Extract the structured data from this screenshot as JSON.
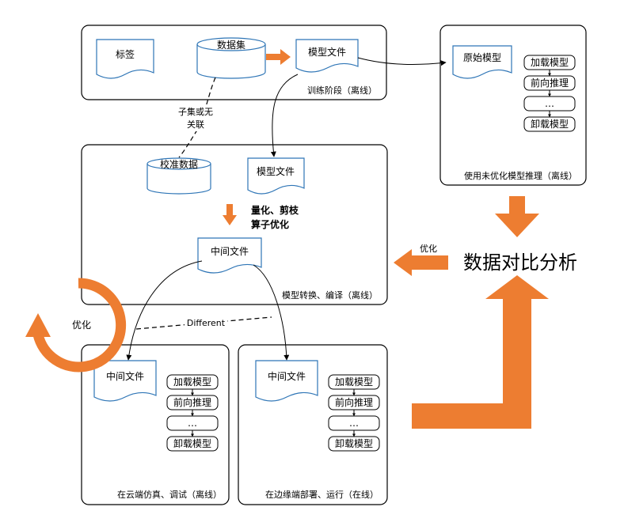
{
  "training": {
    "label_doc": "标签",
    "dataset": "数据集",
    "model_file": "模型文件",
    "caption": "训练阶段（离线）"
  },
  "subset_note": [
    "子集或无",
    "关联"
  ],
  "conversion": {
    "calib_data": "校准数据",
    "model_file": "模型文件",
    "ops": [
      "量化、剪枝",
      "算子优化"
    ],
    "intermediate": "中间文件",
    "caption": "模型转换、编译（离线）"
  },
  "original": {
    "doc": "原始模型",
    "steps": [
      "加载模型",
      "前向推理",
      "…",
      "卸载模型"
    ],
    "caption": "使用未优化模型推理（离线）"
  },
  "cloud": {
    "doc": "中间文件",
    "steps": [
      "加载模型",
      "前向推理",
      "…",
      "卸载模型"
    ],
    "caption": "在云端仿真、调试（离线）"
  },
  "edge": {
    "doc": "中间文件",
    "steps": [
      "加载模型",
      "前向推理",
      "…",
      "卸载模型"
    ],
    "caption": "在边缘端部署、运行（在线）"
  },
  "compare": "数据对比分析",
  "optimize_arrow": "优化",
  "optimize_loop": "优化",
  "different": "Different",
  "colors": {
    "accent": "#ed7d31",
    "doc_border": "#2e75b6"
  }
}
